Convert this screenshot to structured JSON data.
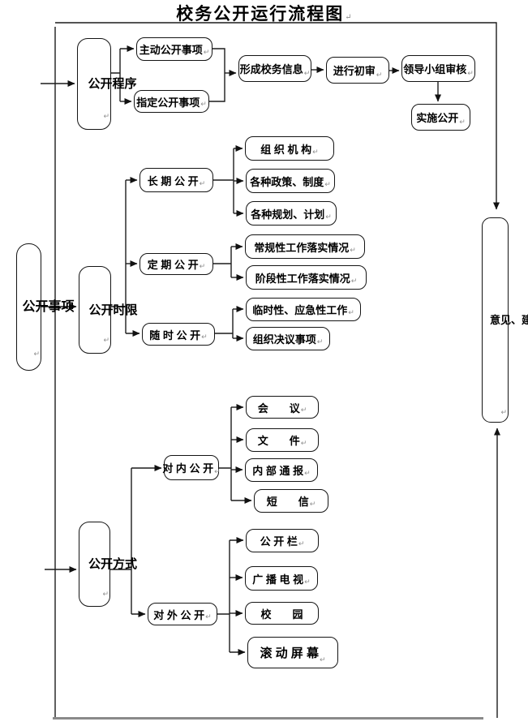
{
  "title": "校务公开运行流程图",
  "return_mark": "↵",
  "colors": {
    "line": "#1c1c1c",
    "box_border": "#141414",
    "gray_rule": "#8a8a8a",
    "text": "#000000",
    "background": "#ffffff"
  },
  "nodes": {
    "open_procedure": {
      "label": "公开程序"
    },
    "active_items": {
      "label": "主动公开事项"
    },
    "designated_items": {
      "label": "指定公开事项"
    },
    "form_info": {
      "label": "形成校务信息"
    },
    "preliminary_review": {
      "label": "进行初审"
    },
    "leading_review": {
      "label": "领导小组审核"
    },
    "implement": {
      "label": "实施公开"
    },
    "items": {
      "label": "公开事项"
    },
    "timeframe": {
      "label": "公开时限"
    },
    "long_term": {
      "label": "长 期 公 开"
    },
    "organization": {
      "label": "组 织 机 构"
    },
    "policies": {
      "label": "各种政策、制度"
    },
    "plans": {
      "label": "各种规划、计划"
    },
    "periodic": {
      "label": "定 期 公 开"
    },
    "routine": {
      "label": "常规性工作落实情况"
    },
    "phase": {
      "label": "阶段性工作落实情况"
    },
    "anytime": {
      "label": "随 时 公 开"
    },
    "temporary": {
      "label": "临时性、应急性工作"
    },
    "resolutions": {
      "label": "组织决议事项"
    },
    "method": {
      "label": "公开方式"
    },
    "internal": {
      "label": "对 内 公 开"
    },
    "meeting": {
      "label": "会　　议"
    },
    "document": {
      "label": "文　　件"
    },
    "bulletin": {
      "label": "内 部 通 报"
    },
    "sms": {
      "label": "短　　信"
    },
    "external": {
      "label": "对 外 公 开"
    },
    "board": {
      "label": "公 开 栏"
    },
    "broadcast": {
      "label": "广 播 电 视"
    },
    "campus": {
      "label": "校　　园"
    },
    "scroll_screen": {
      "label": "滚 动 屏 幕"
    },
    "feedback": {
      "label": "意见、建议、收集、反馈、整理归档"
    }
  }
}
